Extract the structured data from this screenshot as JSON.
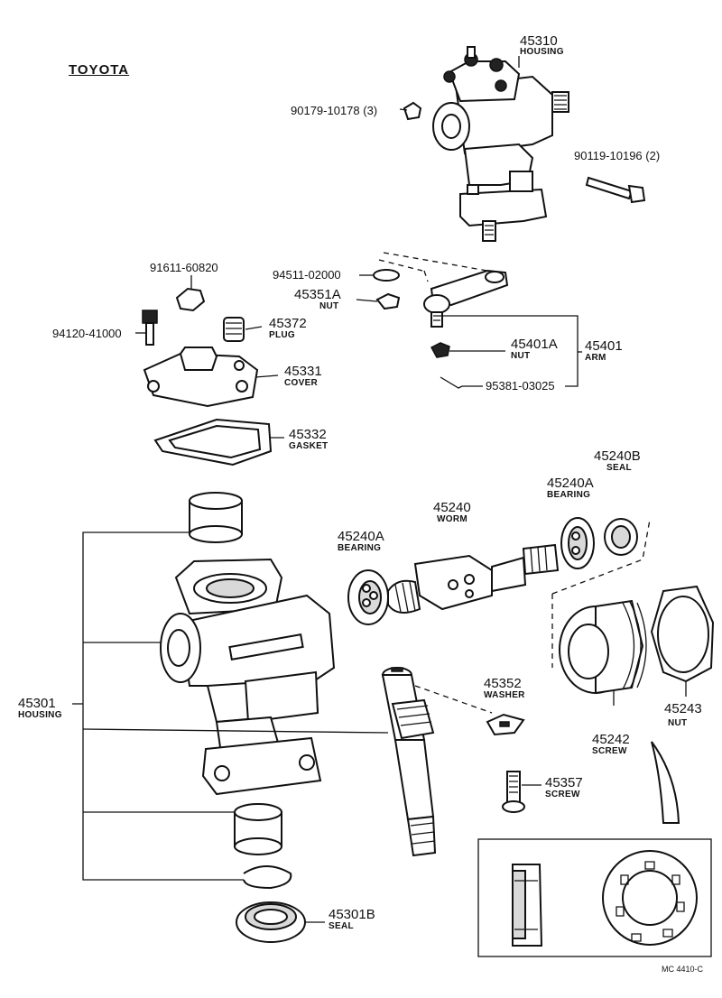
{
  "brand": "TOYOTA",
  "diagram_code": "MC 4410-C",
  "parts": {
    "p45310": {
      "number": "45310",
      "name": "HOUSING"
    },
    "p90179": {
      "number": "90179-10178 (3)"
    },
    "p90119": {
      "number": "90119-10196 (2)"
    },
    "p91611": {
      "number": "91611-60820"
    },
    "p94511": {
      "number": "94511-02000"
    },
    "p45351A": {
      "number": "45351A",
      "name": "NUT"
    },
    "p94120": {
      "number": "94120-41000"
    },
    "p45372": {
      "number": "45372",
      "name": "PLUG"
    },
    "p45401A": {
      "number": "45401A",
      "name": "NUT"
    },
    "p45401": {
      "number": "45401",
      "name": "ARM"
    },
    "p45331": {
      "number": "45331",
      "name": "COVER"
    },
    "p95381": {
      "number": "95381-03025"
    },
    "p45332": {
      "number": "45332",
      "name": "GASKET"
    },
    "p45240B": {
      "number": "45240B",
      "name": "SEAL"
    },
    "p45240A_r": {
      "number": "45240A",
      "name": "BEARING"
    },
    "p45240": {
      "number": "45240",
      "name": "WORM"
    },
    "p45240A_l": {
      "number": "45240A",
      "name": "BEARING"
    },
    "p45301": {
      "number": "45301",
      "name": "HOUSING"
    },
    "p45352": {
      "number": "45352",
      "name": "WASHER"
    },
    "p45243": {
      "number": "45243",
      "name": "NUT"
    },
    "p45242": {
      "number": "45242",
      "name": "SCREW"
    },
    "p45357": {
      "number": "45357",
      "name": "SCREW"
    },
    "p45301B": {
      "number": "45301B",
      "name": "SEAL"
    }
  }
}
